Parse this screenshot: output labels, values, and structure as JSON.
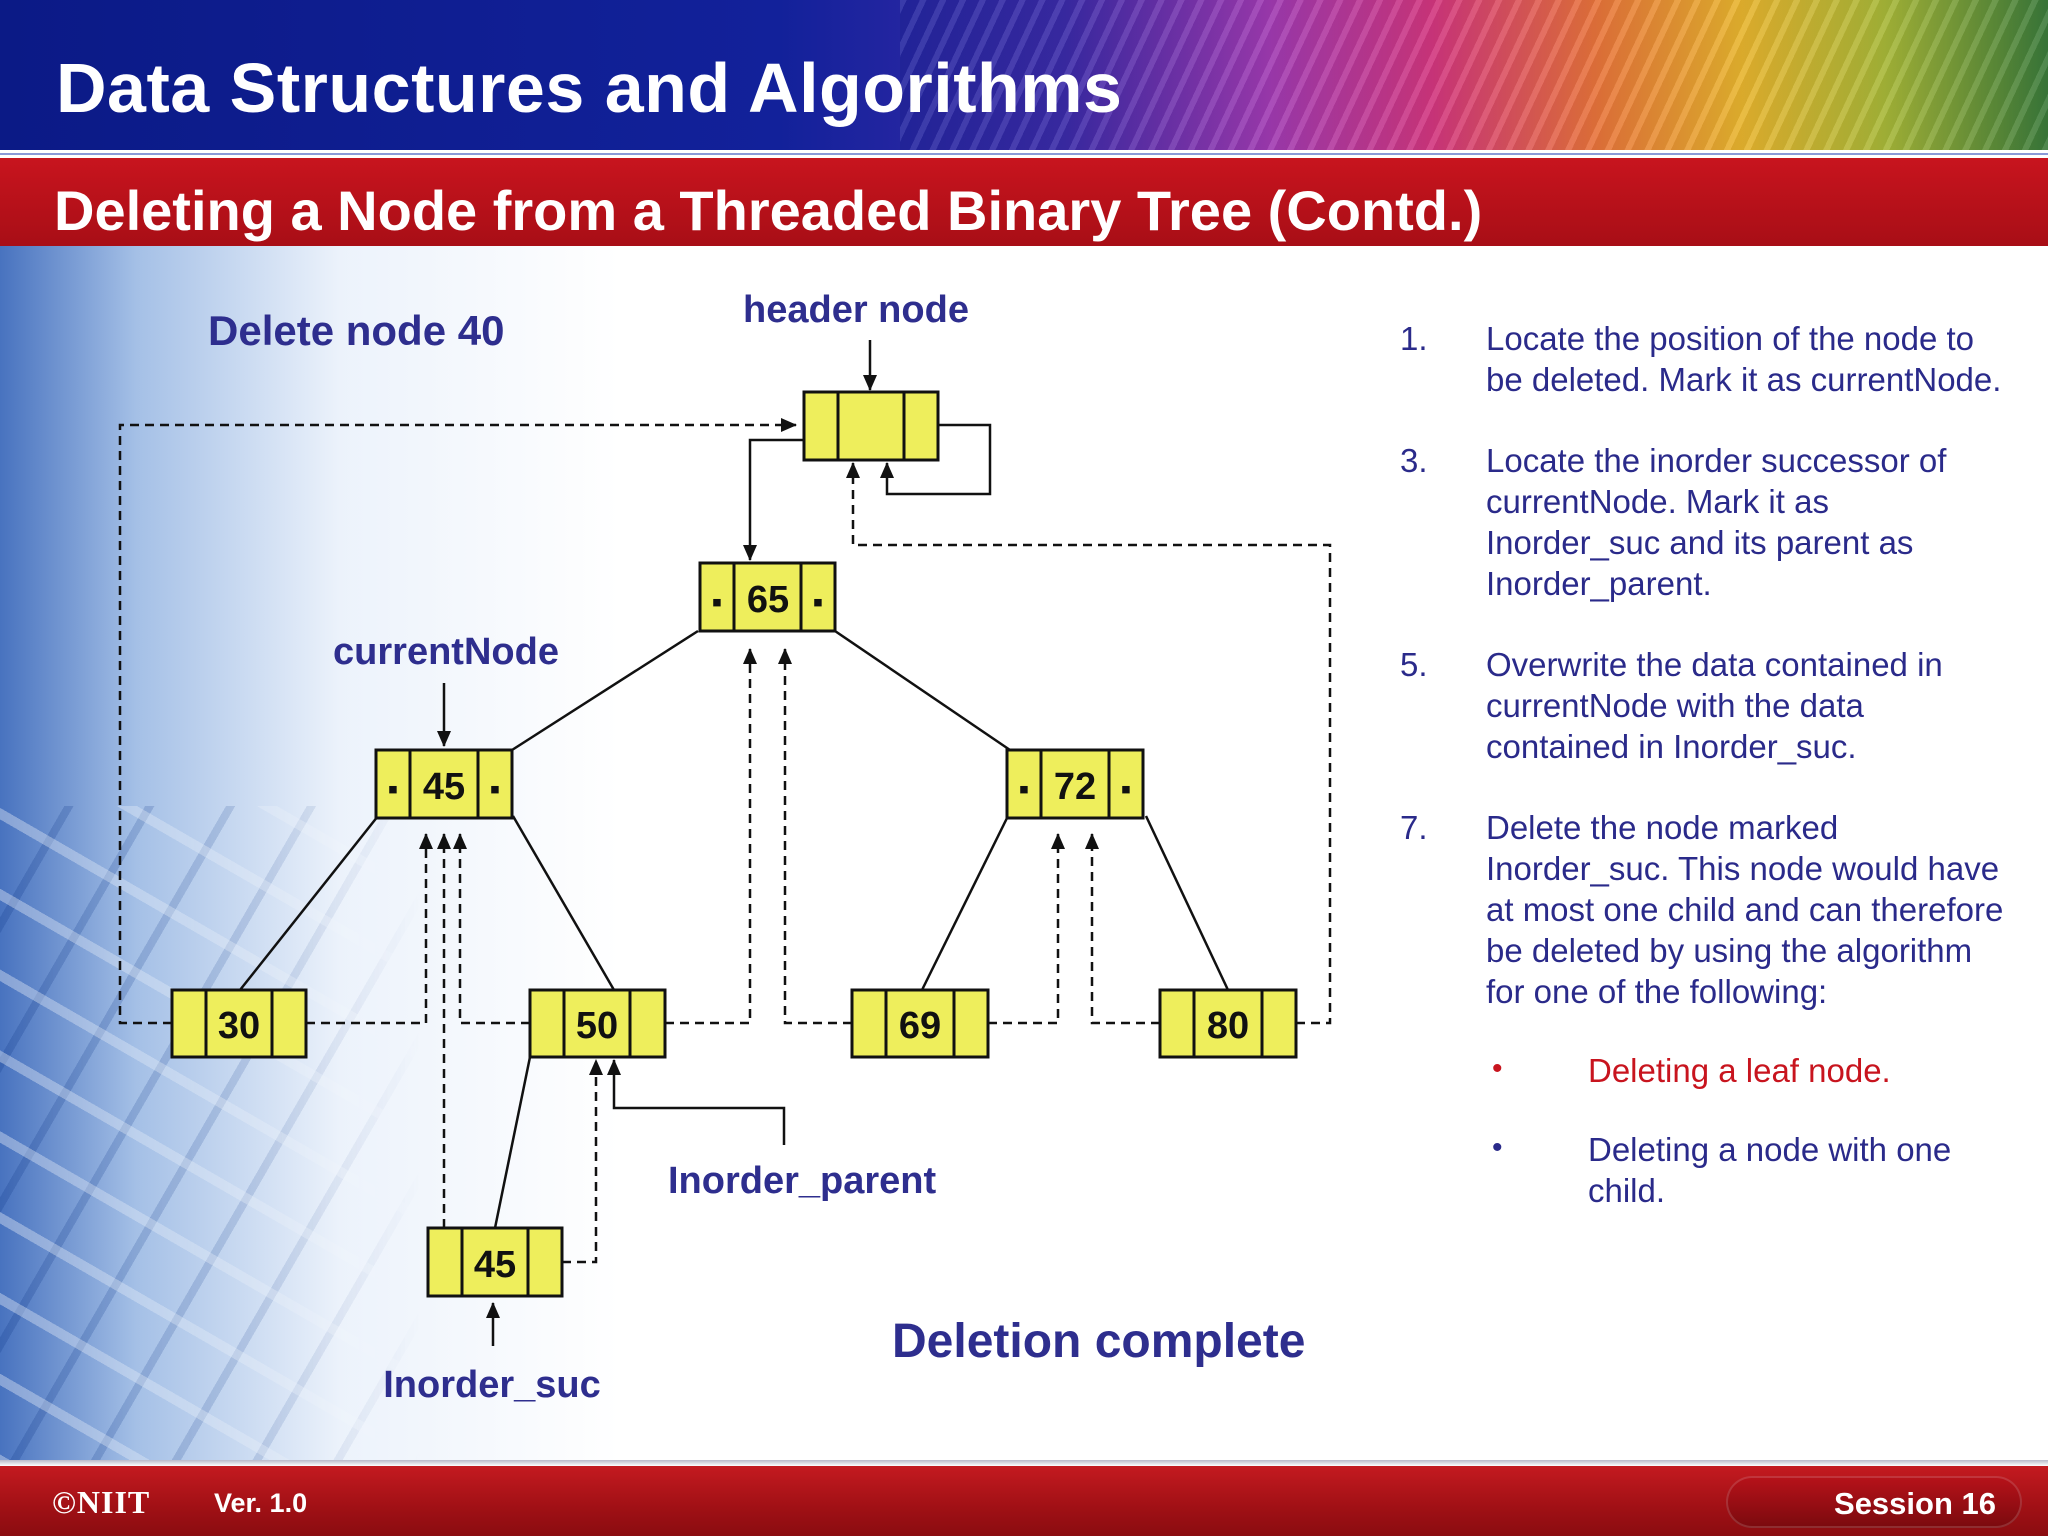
{
  "header": {
    "course_title": "Data Structures and Algorithms"
  },
  "slide": {
    "title": "Deleting a Node from a Threaded Binary Tree (Contd.)"
  },
  "diagram": {
    "delete_caption": "Delete node 40",
    "header_node_label": "header node",
    "current_node_label": "currentNode",
    "inorder_parent_label": "Inorder_parent",
    "inorder_suc_label": "Inorder_suc",
    "deletion_complete": "Deletion complete",
    "node_marker": "▪",
    "nodes": {
      "root": "65",
      "left": "45",
      "right": "72",
      "n30": "30",
      "n50": "50",
      "n69": "69",
      "n80": "80",
      "suc": "45"
    }
  },
  "steps": [
    {
      "num": "1.",
      "text": "Locate the position of the node to be deleted. Mark it as currentNode."
    },
    {
      "num": "3.",
      "text": "Locate the inorder successor of currentNode. Mark it as Inorder_suc and its parent as Inorder_parent."
    },
    {
      "num": "5.",
      "text": "Overwrite the data contained in currentNode with the data contained in Inorder_suc."
    },
    {
      "num": "7.",
      "text": "Delete the node marked Inorder_suc. This node would have at most one child and can therefore be deleted by using the algorithm for one of the following:"
    }
  ],
  "bullets": [
    {
      "dot": "•",
      "text": "Deleting a leaf node.",
      "color": "#c8141e"
    },
    {
      "dot": "•",
      "text": "Deleting a node with one child.",
      "color": "#2a2a8a"
    }
  ],
  "footer": {
    "logo": "©NIIT",
    "version": "Ver.  1.0",
    "session": "Session 16"
  },
  "colors": {
    "node_fill": "#eeee5c",
    "label_blue": "#2e2e8e",
    "banner_red": "#c8141e"
  }
}
